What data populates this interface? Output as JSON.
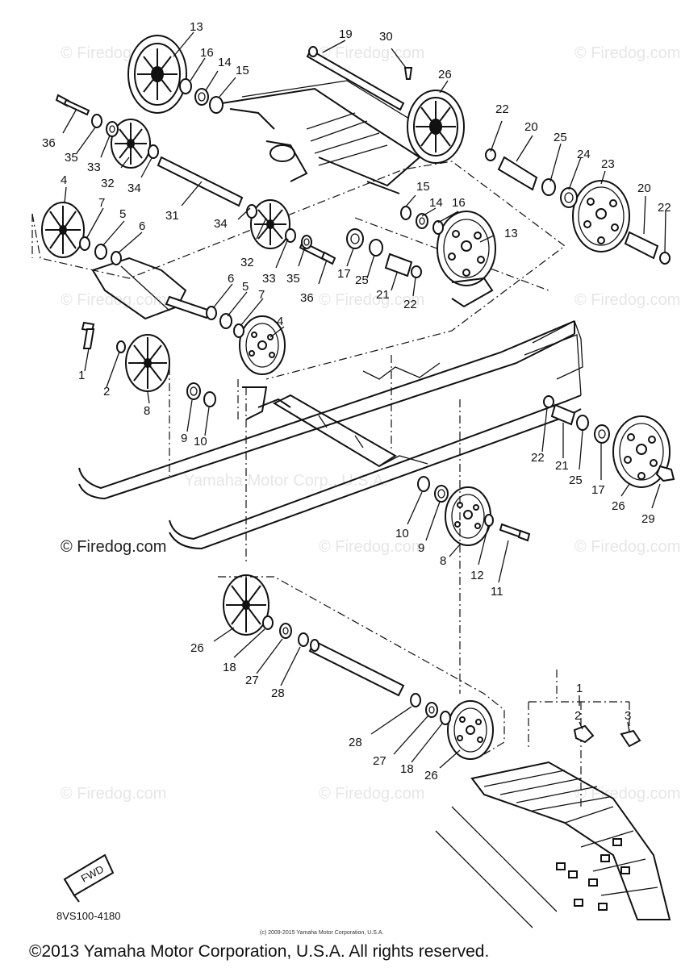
{
  "watermark": {
    "text": "© Firedog.com",
    "secondary": "Yamaha Motor Corp., U.S.A."
  },
  "callouts": [
    "1",
    "2",
    "3",
    "4",
    "5",
    "6",
    "7",
    "8",
    "9",
    "10",
    "11",
    "12",
    "13",
    "14",
    "15",
    "16",
    "17",
    "18",
    "19",
    "20",
    "21",
    "22",
    "23",
    "24",
    "25",
    "26",
    "27",
    "28",
    "29",
    "30",
    "31",
    "32",
    "33",
    "34",
    "35",
    "36"
  ],
  "direction_marker": "FWD",
  "diagram_code": "8VS100-4180",
  "small_copyright": "(c) 2009-2015 Yamaha Motor Corporation, U.S.A.",
  "footer_copyright": "©2013 Yamaha Motor Corporation, U.S.A. All rights reserved."
}
